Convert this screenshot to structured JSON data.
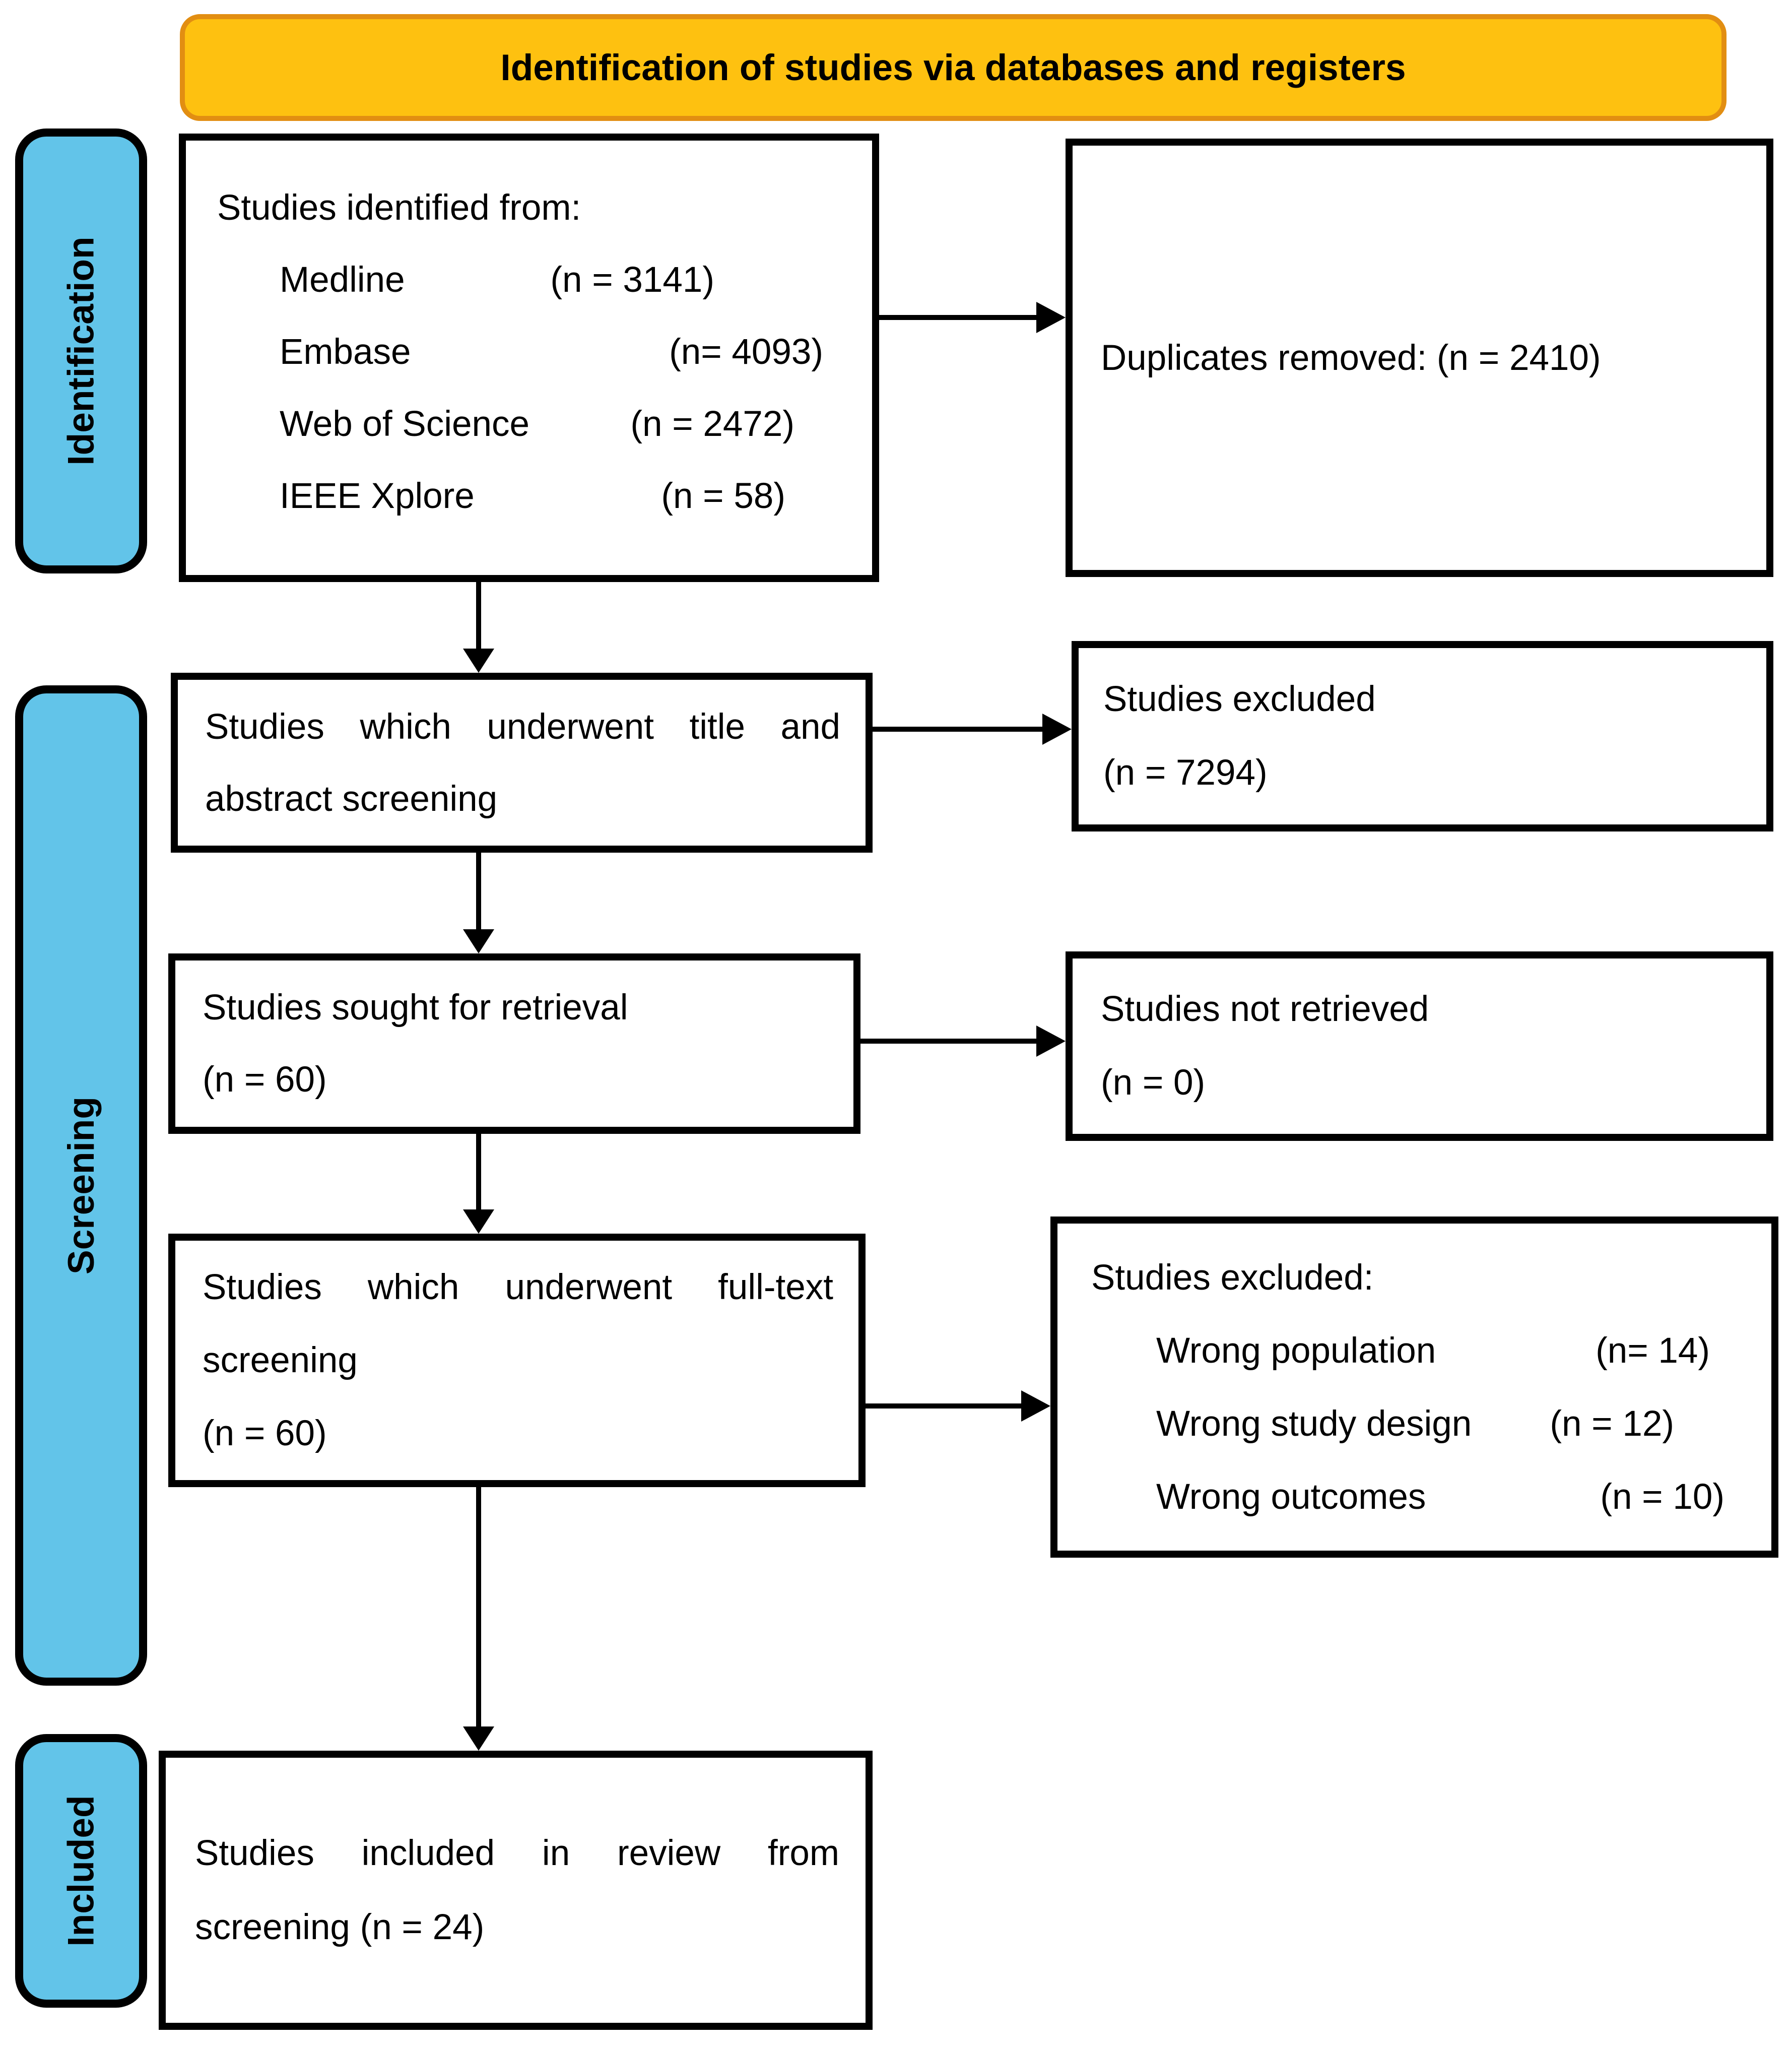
{
  "banner": {
    "title": "Identification of studies via databases and registers"
  },
  "stages": {
    "identification": "Identification",
    "screening": "Screening",
    "included": "Included"
  },
  "flow": {
    "identified": {
      "title": "Studies identified from:",
      "sources": [
        {
          "name": "Medline",
          "count": "(n = 3141)"
        },
        {
          "name": "Embase",
          "count": "(n= 4093)"
        },
        {
          "name": "Web of Science",
          "count": "(n = 2472)"
        },
        {
          "name": "IEEE Xplore",
          "count": "(n = 58)"
        }
      ]
    },
    "title_abstract": {
      "line1": "Studies which underwent title and",
      "line2": "abstract screening"
    },
    "sought": {
      "line1": "Studies sought for retrieval",
      "line2": "(n = 60)"
    },
    "fulltext": {
      "line1": "Studies which underwent full-text",
      "line2": "screening",
      "line3": "(n = 60)"
    },
    "included": {
      "line1": "Studies included in review from",
      "line2": "screening (n = 24)"
    }
  },
  "side": {
    "duplicates": {
      "text": "Duplicates removed: (n = 2410)"
    },
    "excluded_screening": {
      "line1": "Studies excluded",
      "line2": "(n = 7294)"
    },
    "not_retrieved": {
      "line1": "Studies not retrieved",
      "line2": "(n = 0)"
    },
    "excluded_fulltext": {
      "title": "Studies excluded:",
      "reasons": [
        {
          "name": "Wrong population",
          "count": "(n= 14)"
        },
        {
          "name": "Wrong study design",
          "count": "(n = 12)"
        },
        {
          "name": "Wrong outcomes",
          "count": "(n = 10)"
        }
      ]
    }
  },
  "colors": {
    "banner_fill": "#FEC110",
    "banner_border": "#E28E12",
    "stage_fill": "#62C4E9",
    "line_color": "#000000"
  }
}
